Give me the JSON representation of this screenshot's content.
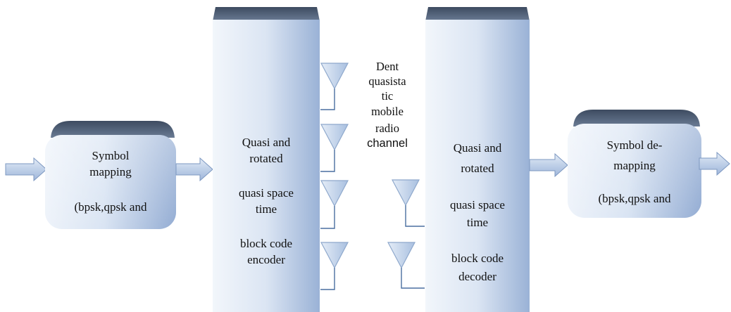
{
  "mapper": {
    "title_line1": "Symbol",
    "title_line2": "mapping",
    "detail": "(bpsk,qpsk and"
  },
  "encoder": {
    "line1": "Quasi and",
    "line2": "rotated",
    "line3": "quasi space",
    "line4": "time",
    "line5": "block code",
    "line6": "encoder"
  },
  "channel": {
    "line1": "Dent",
    "line2": "quasista",
    "line3": "tic",
    "line4": "mobile",
    "line5": "radio",
    "line6": "channel"
  },
  "decoder": {
    "line1": "Quasi and",
    "line2": "rotated",
    "line3": "quasi space",
    "line4": "time",
    "line5": "block code",
    "line6": "decoder"
  },
  "demapper": {
    "title_line1": "Symbol de-",
    "title_line2": "mapping",
    "detail": "(bpsk,qpsk and"
  },
  "colors": {
    "block_light": "#e6eef8",
    "block_mid": "#c6d6ec",
    "block_dark": "#8aa6d0",
    "block_top": "#4e5f78",
    "antenna_fill": "#c7d8ee",
    "antenna_stroke": "#8ea8cc",
    "wire": "#4a6fa0",
    "arrow_fill": "#c3d3ea",
    "arrow_stroke": "#7d98c1"
  }
}
